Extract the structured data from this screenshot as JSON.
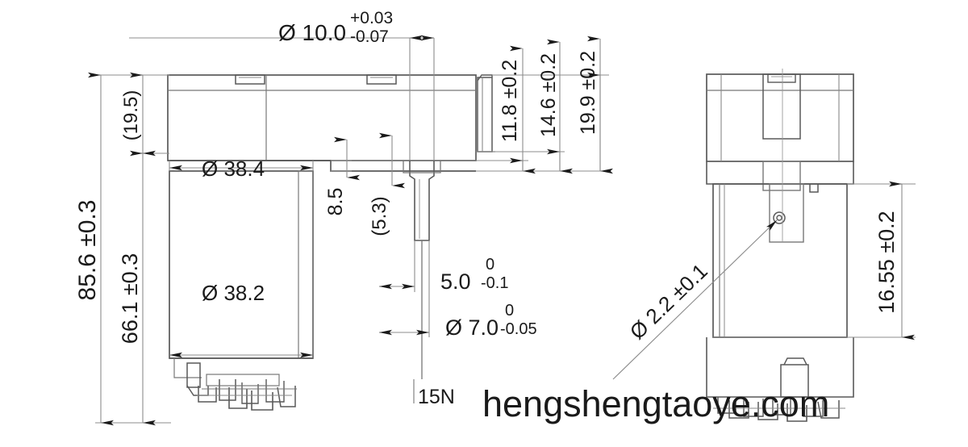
{
  "drawing": {
    "title": "Gear motor outline dimension drawing",
    "units": "mm",
    "line_color": "#808080",
    "outline_color": "#4d4d4d",
    "text_color": "#1a1a1a",
    "arrow_color": "#1a1a1a",
    "background": "#ffffff"
  },
  "views": {
    "left": {
      "name": "front-view",
      "label": ""
    },
    "right": {
      "name": "side-view",
      "label": ""
    }
  },
  "dimensions": {
    "overall_height": {
      "value": "85.6",
      "tolerance": "±0.3",
      "text": "85.6 ±0.3",
      "orientation": "vertical"
    },
    "motor_height": {
      "value": "66.1",
      "tolerance": "±0.3",
      "text": "66.1 ±0.3",
      "orientation": "vertical"
    },
    "gearbox_height_ref": {
      "value": "(19.5)",
      "tolerance": "",
      "text": "(19.5)",
      "orientation": "vertical"
    },
    "shaft_diameter": {
      "value": "10.0",
      "symbol": "Ø",
      "tol_upper": "+0.03",
      "tol_lower": "-0.07",
      "text": "Ø 10.0",
      "orientation": "horizontal"
    },
    "body_diameter_outer": {
      "value": "38.4",
      "symbol": "Ø",
      "text": "Ø 38.4",
      "orientation": "horizontal"
    },
    "body_diameter_inner": {
      "value": "38.2",
      "symbol": "Ø",
      "text": "Ø 38.2",
      "orientation": "horizontal"
    },
    "offset_8_5": {
      "value": "8.5",
      "text": "8.5",
      "orientation": "vertical"
    },
    "offset_5_3_ref": {
      "value": "(5.3)",
      "text": "(5.3)",
      "orientation": "vertical"
    },
    "height_11_8": {
      "value": "11.8",
      "tolerance": "±0.2",
      "text": "11.8 ±0.2",
      "orientation": "vertical"
    },
    "height_14_6": {
      "value": "14.6",
      "tolerance": "±0.2",
      "text": "14.6 ±0.2",
      "orientation": "vertical"
    },
    "height_19_9": {
      "value": "19.9",
      "tolerance": "±0.2",
      "text": "19.9 ±0.2",
      "orientation": "vertical"
    },
    "width_5_0": {
      "value": "5.0",
      "tol_upper": "0",
      "tol_lower": "-0.1",
      "text": "5.0",
      "orientation": "horizontal"
    },
    "diameter_7_0": {
      "value": "7.0",
      "symbol": "Ø",
      "tol_upper": "0",
      "tol_lower": "-0.05",
      "text": "Ø 7.0",
      "orientation": "horizontal"
    },
    "hole_diameter_2_2": {
      "value": "2.2",
      "symbol": "Ø",
      "tolerance": "±0.1",
      "text": "Ø 2.2 ±0.1",
      "orientation": "diagonal"
    },
    "height_16_55": {
      "value": "16.55",
      "tolerance": "±0.2",
      "text": "16.55 ±0.2",
      "orientation": "vertical"
    }
  },
  "labels": {
    "force_note": "15N"
  },
  "watermark": {
    "text": "hengshengtaoye.com"
  }
}
